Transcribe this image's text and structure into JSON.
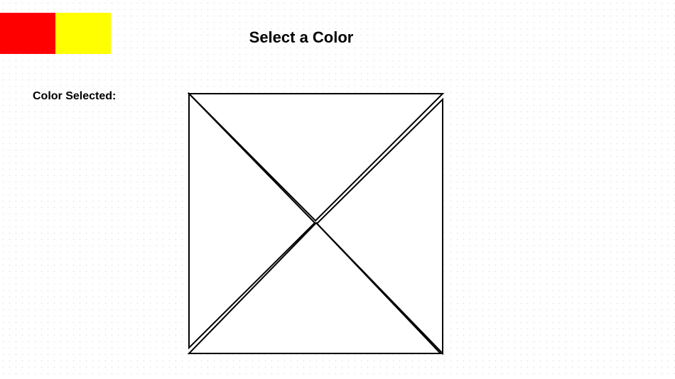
{
  "title": "Select a Color",
  "selected": {
    "label": "Color Selected:",
    "value": ""
  },
  "palette": [
    {
      "name": "red",
      "color": "#ff0000"
    },
    {
      "name": "yellow",
      "color": "#ffff00"
    }
  ],
  "triangles": [
    {
      "name": "top",
      "fill": "#ffffff"
    },
    {
      "name": "right",
      "fill": "#ffffff"
    },
    {
      "name": "bottom",
      "fill": "#ffffff"
    },
    {
      "name": "left",
      "fill": "#ffffff"
    }
  ],
  "colors": {
    "stroke": "#000000",
    "background": "#ffffff"
  }
}
